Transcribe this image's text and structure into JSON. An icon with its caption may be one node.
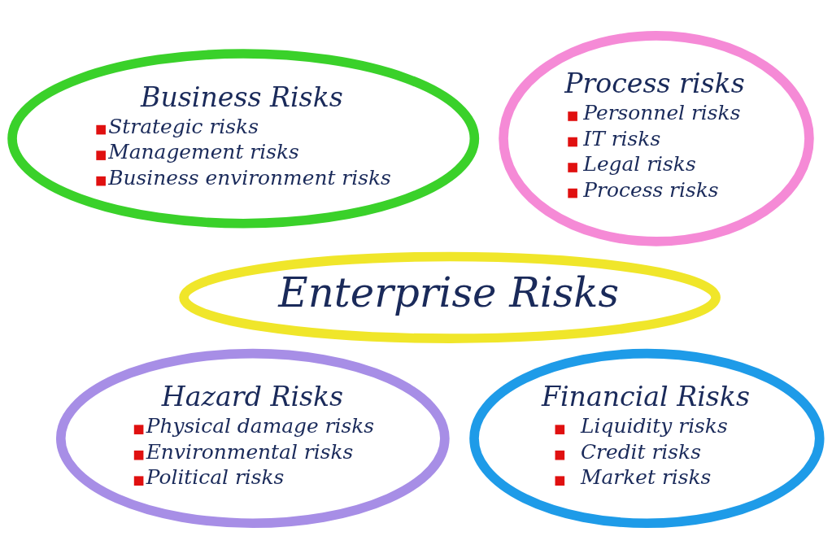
{
  "diagram": {
    "nodes": [
      {
        "text": [
          "Business Risks",
          "Strategic risks",
          "Management risks",
          "Business environment risks"
        ]
      },
      {
        "text": [
          "Process risks",
          "Personnel risks",
          "IT risks",
          "Legal risks",
          "Process risks"
        ]
      },
      {
        "text": [
          "Enterprise Risks"
        ]
      },
      {
        "text": [
          "Hazard Risks",
          "Physical damage risks",
          "Environmental risks",
          "Political risks"
        ]
      },
      {
        "text": [
          "Financial Risks",
          "Liquidity risks",
          "Credit risks",
          "Market risks"
        ]
      }
    ],
    "edges": []
  }
}
